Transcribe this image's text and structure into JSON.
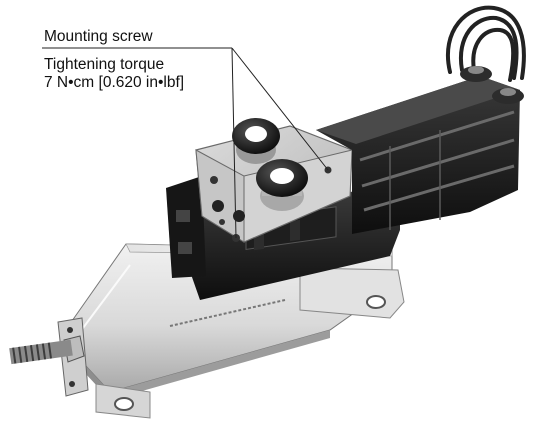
{
  "annotation": {
    "heading": "Mounting screw",
    "torque_label": "Tightening torque",
    "torque_value": "7 N•cm [0.620 in•lbf]"
  },
  "colors": {
    "background": "#ffffff",
    "text": "#111111",
    "leader_line": "#222222"
  }
}
